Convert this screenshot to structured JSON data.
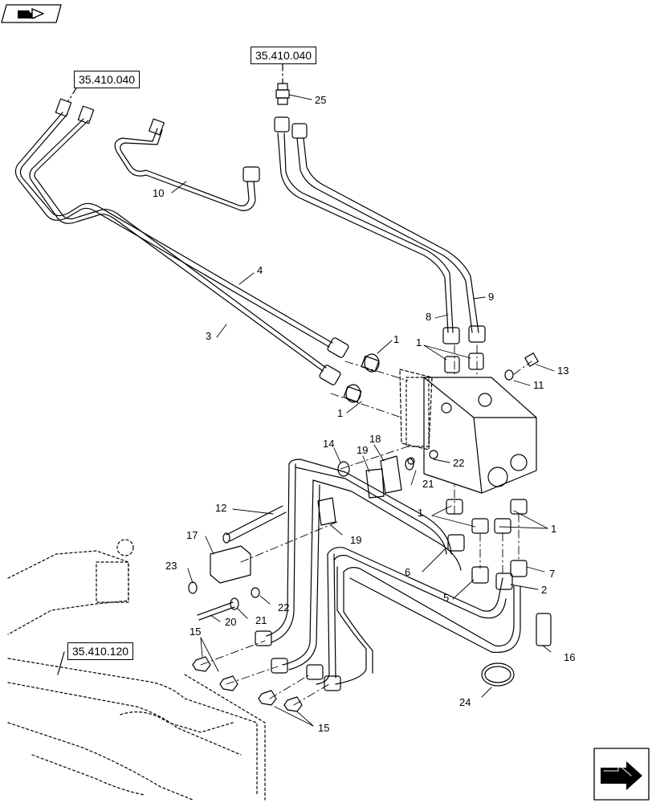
{
  "references": [
    {
      "id": "ref-top",
      "label": "35.410.040"
    },
    {
      "id": "ref-left",
      "label": "35.410.040"
    },
    {
      "id": "ref-bottom",
      "label": "35.410.120"
    }
  ],
  "callouts": [
    {
      "key": "c25",
      "label": "25"
    },
    {
      "key": "c10",
      "label": "10"
    },
    {
      "key": "c4",
      "label": "4"
    },
    {
      "key": "c3",
      "label": "3"
    },
    {
      "key": "c8",
      "label": "8"
    },
    {
      "key": "c9",
      "label": "9"
    },
    {
      "key": "c1a",
      "label": "1"
    },
    {
      "key": "c1b",
      "label": "1"
    },
    {
      "key": "c1c",
      "label": "1"
    },
    {
      "key": "c13",
      "label": "13"
    },
    {
      "key": "c11",
      "label": "11"
    },
    {
      "key": "c14",
      "label": "14"
    },
    {
      "key": "c19a",
      "label": "19"
    },
    {
      "key": "c18",
      "label": "18"
    },
    {
      "key": "c22a",
      "label": "22"
    },
    {
      "key": "c21a",
      "label": "21"
    },
    {
      "key": "c12",
      "label": "12"
    },
    {
      "key": "c1d",
      "label": "1"
    },
    {
      "key": "c1e",
      "label": "1"
    },
    {
      "key": "c19b",
      "label": "19"
    },
    {
      "key": "c17",
      "label": "17"
    },
    {
      "key": "c23",
      "label": "23"
    },
    {
      "key": "c6",
      "label": "6"
    },
    {
      "key": "c7",
      "label": "7"
    },
    {
      "key": "c5",
      "label": "5"
    },
    {
      "key": "c2",
      "label": "2"
    },
    {
      "key": "c22b",
      "label": "22"
    },
    {
      "key": "c20",
      "label": "20"
    },
    {
      "key": "c21b",
      "label": "21"
    },
    {
      "key": "c15a",
      "label": "15"
    },
    {
      "key": "c16",
      "label": "16"
    },
    {
      "key": "c24",
      "label": "24"
    },
    {
      "key": "c15b",
      "label": "15"
    }
  ],
  "icons": {
    "top_left": "folder-arrow-icon",
    "bottom_right": "next-page-arrow-icon"
  }
}
